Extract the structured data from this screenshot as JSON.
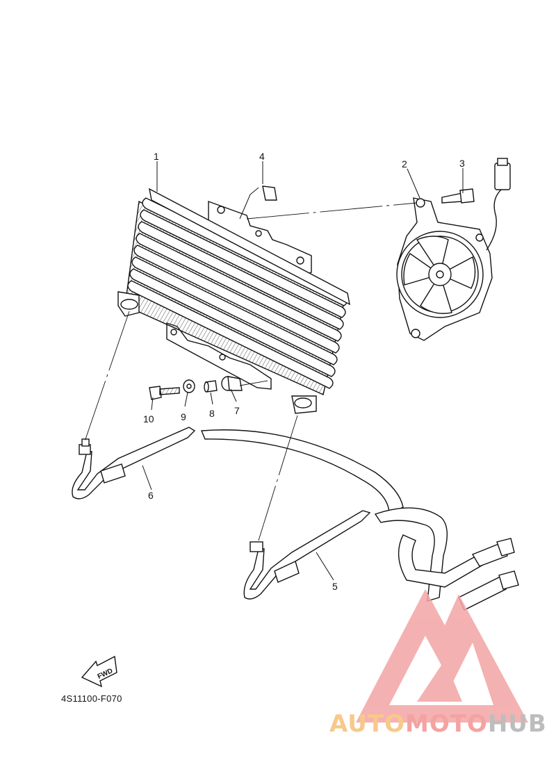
{
  "callouts": [
    {
      "id": "1",
      "label": "1"
    },
    {
      "id": "2",
      "label": "2"
    },
    {
      "id": "3",
      "label": "3"
    },
    {
      "id": "4",
      "label": "4"
    },
    {
      "id": "5",
      "label": "5"
    },
    {
      "id": "6",
      "label": "6"
    },
    {
      "id": "7",
      "label": "7"
    },
    {
      "id": "8",
      "label": "8"
    },
    {
      "id": "9",
      "label": "9"
    },
    {
      "id": "10",
      "label": "10"
    }
  ],
  "fwd_label": "FWD",
  "part_number": "4S11100-F070",
  "watermark": {
    "part1": "AUTO",
    "part2": "MOTO",
    "part3": "HUB",
    "colors": {
      "auto": "#f7c98a",
      "moto": "#f4a2a2",
      "hub": "#bdbdbd",
      "triangle": "#f08a8a"
    }
  }
}
